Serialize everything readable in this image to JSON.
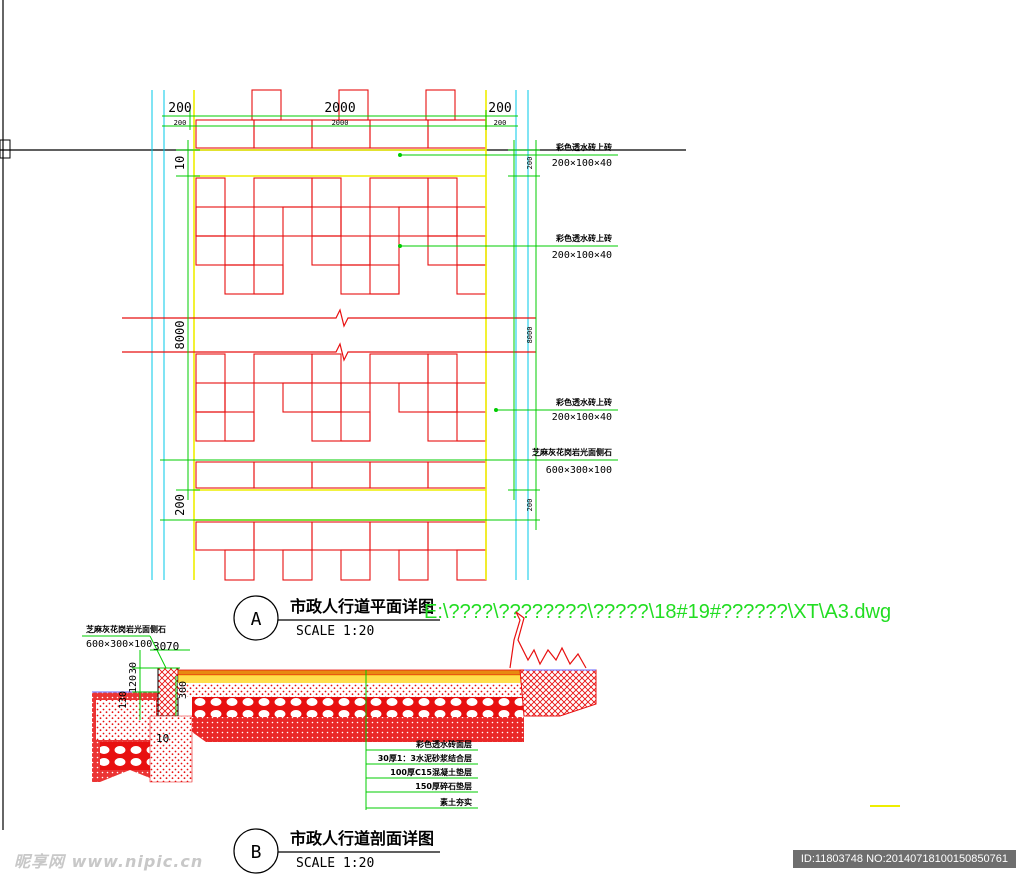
{
  "plan": {
    "dims_top": [
      "200",
      "2000",
      "200"
    ],
    "dims_top_small": [
      "200",
      "2000",
      "200"
    ],
    "dim_left_top": "10",
    "dim_left_mid": "8000",
    "dim_left_bottom": "200",
    "dim_right_top": "200",
    "dim_right_mid": "8000",
    "dim_right_bottom": "200",
    "callouts": [
      {
        "name": "彩色透水砖上砖",
        "spec": "200×100×40"
      },
      {
        "name": "彩色透水砖上砖",
        "spec": "200×100×40"
      },
      {
        "name": "彩色透水砖上砖",
        "spec": "200×100×40"
      },
      {
        "name": "芝麻灰花岗岩光面侧石",
        "spec": "600×300×100"
      }
    ],
    "label_letter": "A",
    "title": "市政人行道平面详图",
    "scale": "SCALE   1:20"
  },
  "xref_path": "E:\\????\\????????\\?????\\18#19#??????\\XT\\A3.dwg",
  "section": {
    "top_left_callout_name": "芝麻灰花岗岩光面侧石",
    "top_left_callout_spec": "600×300×100",
    "dims": [
      "30",
      "70",
      "130",
      "120",
      "300",
      "10"
    ],
    "layers": [
      "彩色透水砖面层",
      "30厚1：3水泥砂浆结合层",
      "100厚C15混凝土垫层",
      "150厚碎石垫层",
      "素土夯实"
    ],
    "label_letter": "B",
    "title": "市政人行道剖面详图",
    "scale": "SCALE   1:20"
  },
  "watermark": {
    "left": "昵享网 www.nipic.cn",
    "right": "ID:11803748 NO:20140718100150850761"
  },
  "colors": {
    "paver_red": "#e81010",
    "dim_green": "#00cc00",
    "border_yellow": "#eeee00",
    "guide_cyan": "#00c8e8"
  }
}
